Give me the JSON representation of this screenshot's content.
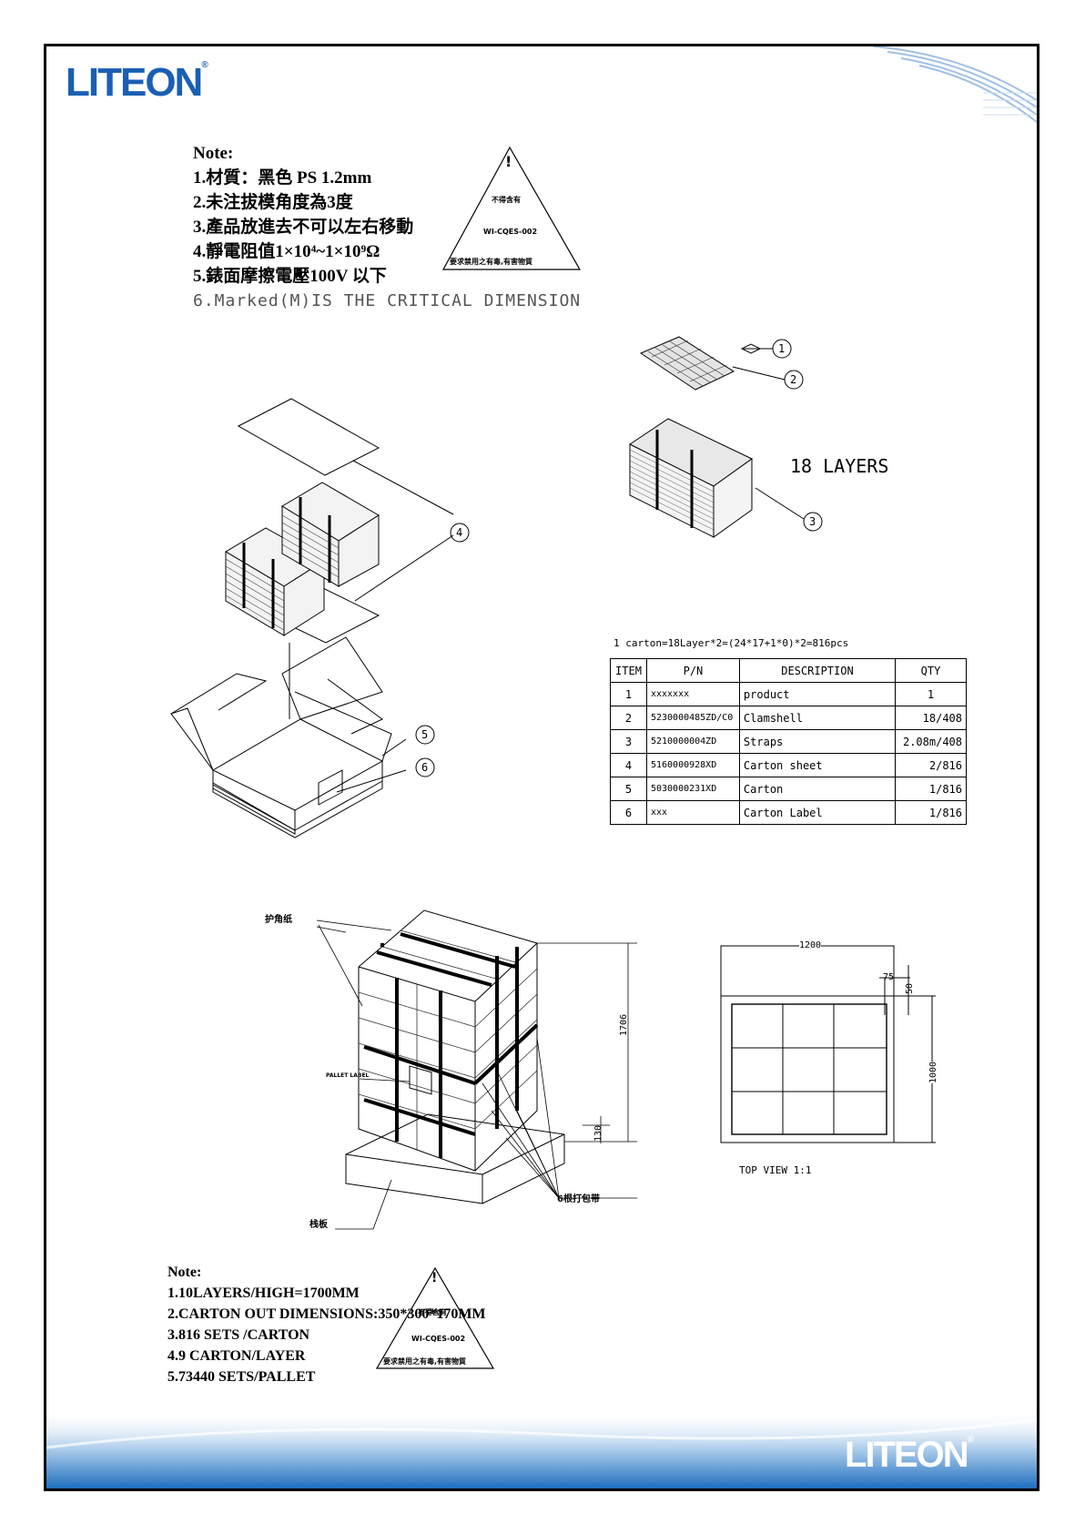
{
  "brand": {
    "name": "LITEON",
    "mark": "®"
  },
  "note1": {
    "title": "Note:",
    "items": [
      "1.材質：黑色 PS 1.2mm",
      "2.未注拔模角度為3度",
      "3.產品放進去不可以左右移動",
      "4.靜電阻值1×10⁴~1×10⁹Ω",
      "5.錶面摩擦電壓100V 以下"
    ],
    "critical": "6.Marked(M)IS THE CRITICAL DIMENSION"
  },
  "warning": {
    "symbol": "!",
    "line1": "不得含有",
    "line2": "WI-CQES-002",
    "line3": "要求禁用之有毒,有害物質"
  },
  "callouts": [
    "1",
    "2",
    "3",
    "4",
    "5",
    "6"
  ],
  "layers_label": "18 LAYERS",
  "bom": {
    "formula": "1 carton=18Layer*2=(24*17+1*0)*2=816pcs",
    "headers": {
      "item": "ITEM",
      "pn": "P/N",
      "description": "DESCRIPTION",
      "qty": "QTY"
    },
    "rows": [
      {
        "item": "1",
        "pn": "xxxxxxx",
        "description": "product",
        "qty": "1"
      },
      {
        "item": "2",
        "pn": "5230000485ZD/C0",
        "description": "Clamshell",
        "qty": "18/408"
      },
      {
        "item": "3",
        "pn": "5210000004ZD",
        "description": "Straps",
        "qty": "2.08m/408"
      },
      {
        "item": "4",
        "pn": "5160000928XD",
        "description": "Carton sheet",
        "qty": "2/816"
      },
      {
        "item": "5",
        "pn": "5030000231XD",
        "description": "Carton",
        "qty": "1/816"
      },
      {
        "item": "6",
        "pn": "xxx",
        "description": "Carton Label",
        "qty": "1/816"
      }
    ]
  },
  "pallet": {
    "corner_guard": "护角纸",
    "pallet_label": "PALLET LABEL",
    "straps": "6根打包带",
    "pallet": "栈板",
    "dim_height": "1706",
    "dim_base": "130",
    "dim_width": "1200",
    "dim_depth": "1000",
    "dim_75": "75",
    "dim_50": "50",
    "top_view": "TOP  VIEW 1:1"
  },
  "note2": {
    "title": "Note:",
    "items": [
      "1.10LAYERS/HIGH=1700MM",
      "2.CARTON OUT DIMENSIONS:350*300*170MM",
      "3.816 SETS /CARTON",
      "4.9 CARTON/LAYER",
      "5.73440 SETS/PALLET"
    ]
  },
  "colors": {
    "brand_blue": "#1a5fb4",
    "stripe_blue": "#8fb3dc",
    "banner_blue": "#2a7ac8"
  }
}
